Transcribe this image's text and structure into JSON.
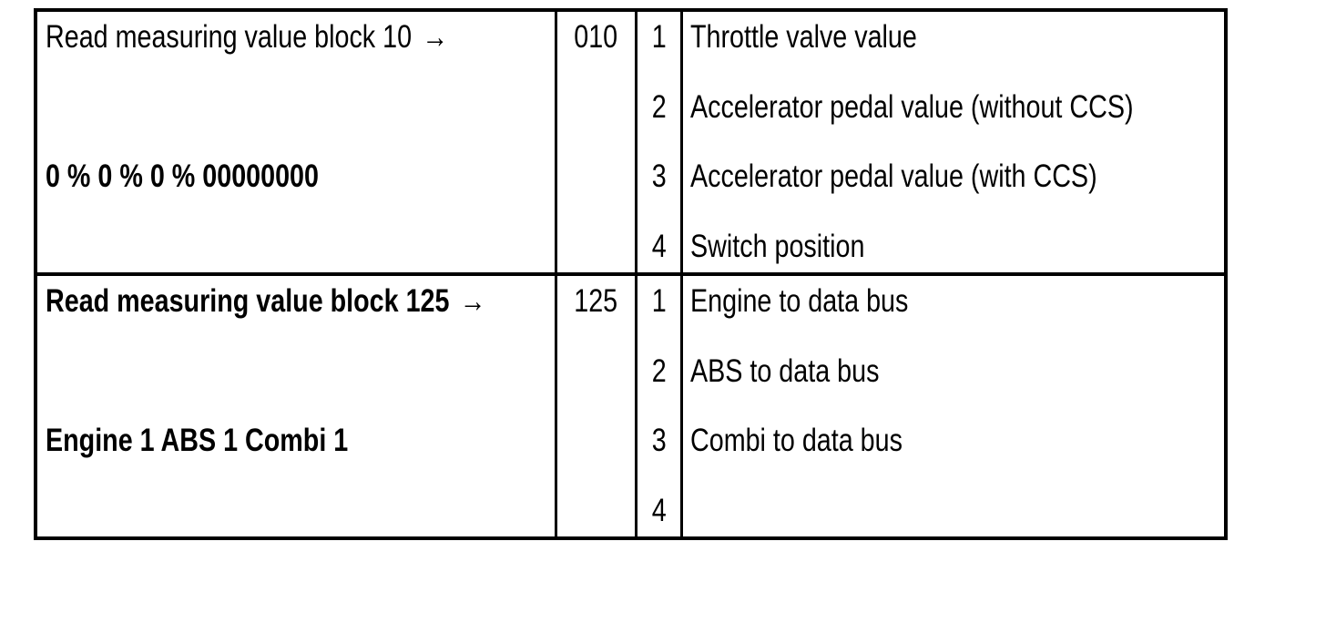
{
  "colors": {
    "background": "#ffffff",
    "border": "#000000",
    "text": "#000000"
  },
  "table": {
    "rows": [
      {
        "command": "Read measuring value block 10",
        "arrow": "→",
        "block_number": "010",
        "display_value": "0 % 0 % 0 % 00000000",
        "items": [
          {
            "number": "1",
            "label": "Throttle valve value"
          },
          {
            "number": "2",
            "label": "Accelerator pedal value (without CCS)"
          },
          {
            "number": "3",
            "label": "Accelerator pedal value (with CCS)"
          },
          {
            "number": "4",
            "label": "Switch position"
          }
        ]
      },
      {
        "command": "Read measuring value block 125",
        "arrow": "→",
        "block_number": "125",
        "display_value": "Engine 1 ABS 1 Combi 1",
        "items": [
          {
            "number": "1",
            "label": "Engine to data bus"
          },
          {
            "number": "2",
            "label": "ABS to data bus"
          },
          {
            "number": "3",
            "label": "Combi to data bus"
          },
          {
            "number": "4",
            "label": ""
          }
        ]
      }
    ]
  }
}
